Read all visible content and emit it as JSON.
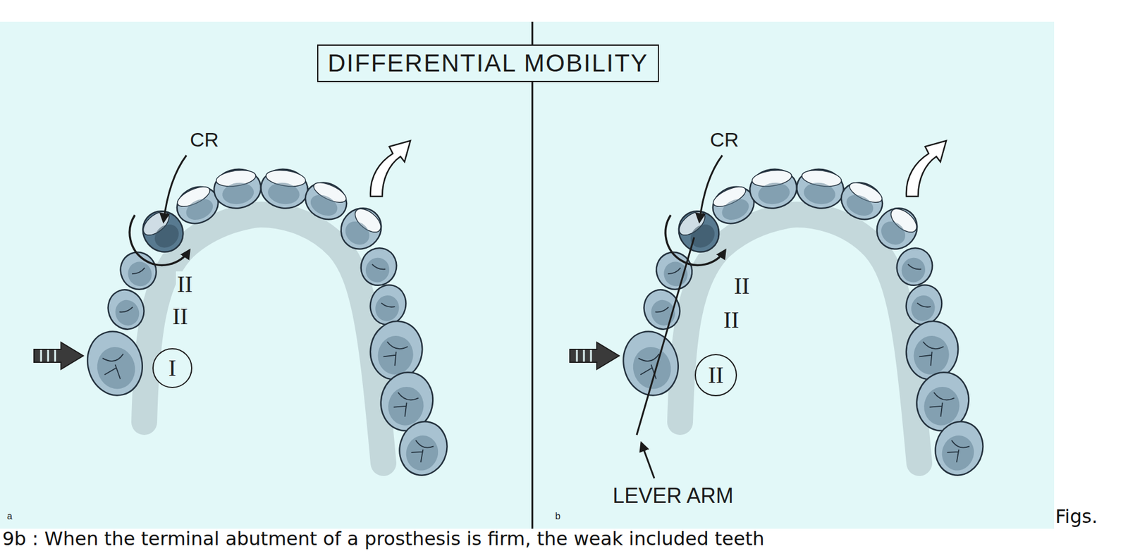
{
  "diagram": {
    "title": "DIFFERENTIAL MOBILITY",
    "nodes": [
      {
        "text": [
          "I"
        ]
      },
      {
        "text": [
          "II"
        ]
      }
    ],
    "labels": [
      "CR",
      "II",
      "II",
      "a",
      "CR",
      "II",
      "II",
      "LEVER ARM",
      "b"
    ],
    "caption": "Figs. 9b : When the terminal abutment of a prosthesis is firm, the weak included teeth"
  }
}
